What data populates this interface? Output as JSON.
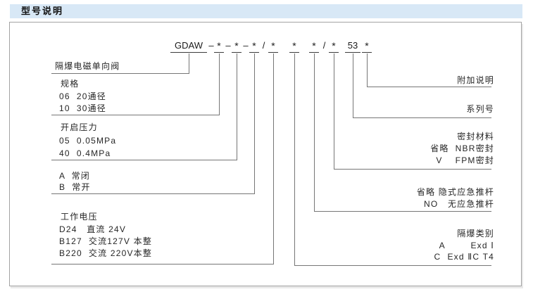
{
  "colors": {
    "header_bg": "#d8e8f6",
    "line": "#767676",
    "code_line": "#3c3c3c",
    "text": "#262626",
    "border": "#a3a3a3"
  },
  "section": {
    "title": "型号说明"
  },
  "model_code": {
    "tokens": [
      {
        "text": "GDAW",
        "underline": true
      },
      {
        "text": "–",
        "underline": false
      },
      {
        "text": "*",
        "underline": true
      },
      {
        "text": "–",
        "underline": false
      },
      {
        "text": "*",
        "underline": true
      },
      {
        "text": "–",
        "underline": false
      },
      {
        "text": "*",
        "underline": true
      },
      {
        "text": "/",
        "underline": false
      },
      {
        "text": "*",
        "underline": true
      },
      {
        "text": "*",
        "underline": true
      },
      {
        "text": "*",
        "underline": true
      },
      {
        "text": "/",
        "underline": false
      },
      {
        "text": "*",
        "underline": true
      },
      {
        "text": "53",
        "underline": true
      },
      {
        "text": "*",
        "underline": true
      }
    ]
  },
  "left_labels": [
    {
      "id": "valve-type",
      "lines": [
        "隔爆电磁单向阀"
      ]
    },
    {
      "id": "spec",
      "lines": [
        "规格",
        "06  20通径",
        "10  30通径"
      ]
    },
    {
      "id": "opening-pressure",
      "lines": [
        "开启压力",
        "05  0.05MPa",
        "40  0.4MPa"
      ]
    },
    {
      "id": "valve-state",
      "lines": [
        "A  常闭",
        "B  常开"
      ]
    },
    {
      "id": "working-voltage",
      "lines": [
        "工作电压",
        "D24   直流 24V",
        "B127  交流127V 本整",
        "B220  交流 220V本整"
      ]
    }
  ],
  "right_labels": [
    {
      "id": "additional-note",
      "lines": [
        "附加说明"
      ]
    },
    {
      "id": "series-number",
      "lines": [
        "系列号"
      ]
    },
    {
      "id": "seal-material",
      "lines": [
        "密封材料",
        "省略  NBR密封",
        "V    FPM密封"
      ]
    },
    {
      "id": "emergency-rod",
      "lines": [
        "省略 隐式应急推杆",
        "NO   无应急推杆"
      ]
    },
    {
      "id": "explosionproof-category",
      "lines": [
        "隔爆类别",
        "A        Exd Ⅰ",
        "C  Exd ⅡC T4"
      ]
    }
  ]
}
